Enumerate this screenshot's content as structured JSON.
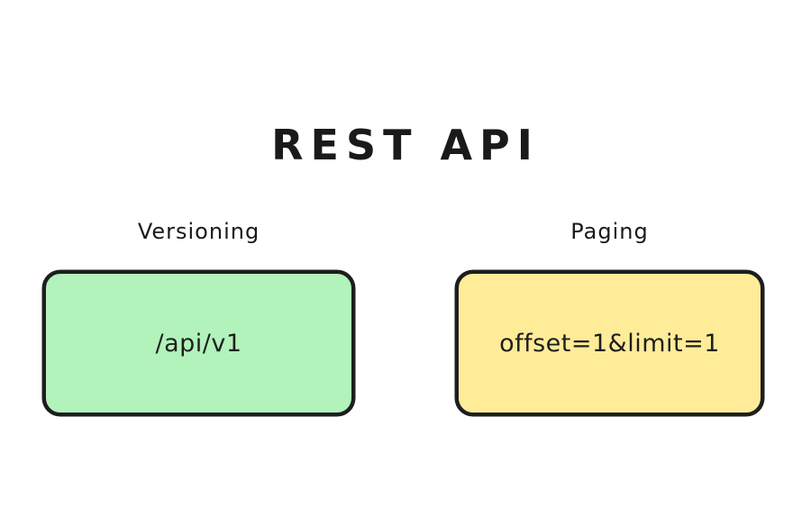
{
  "title": "REST API",
  "colors": {
    "background": "#ffffff",
    "stroke": "#1e1e1e",
    "versioning_fill": "#b2f2bb",
    "paging_fill": "#ffec99"
  },
  "groups": [
    {
      "label": "Versioning",
      "box_text": "/api/v1",
      "fill": "#b2f2bb"
    },
    {
      "label": "Paging",
      "box_text": "offset=1&limit=1",
      "fill": "#ffec99"
    }
  ]
}
